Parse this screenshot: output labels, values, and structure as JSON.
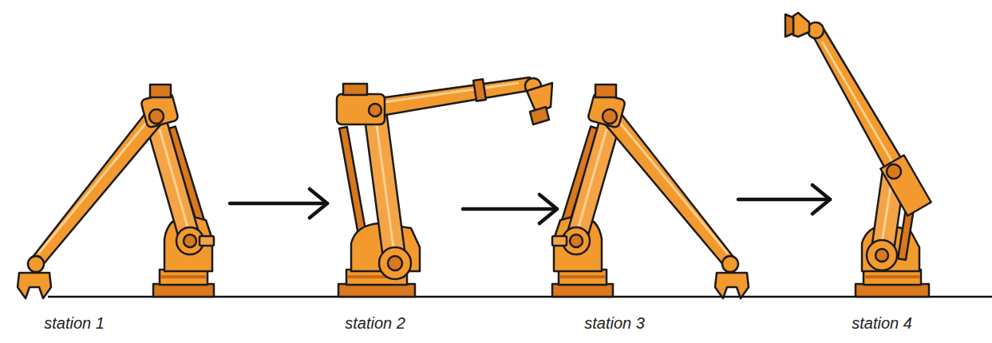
{
  "diagram": {
    "nodes": [
      {
        "text": [
          "station 1"
        ]
      },
      {
        "text": [
          "station 2"
        ]
      },
      {
        "text": [
          "station 3"
        ]
      },
      {
        "text": [
          "station 4"
        ]
      }
    ],
    "edges": [
      {
        "from": 0,
        "to": 1,
        "arrow": "to"
      },
      {
        "from": 1,
        "to": 2,
        "arrow": "to"
      },
      {
        "from": 2,
        "to": 3,
        "arrow": "to"
      }
    ]
  }
}
